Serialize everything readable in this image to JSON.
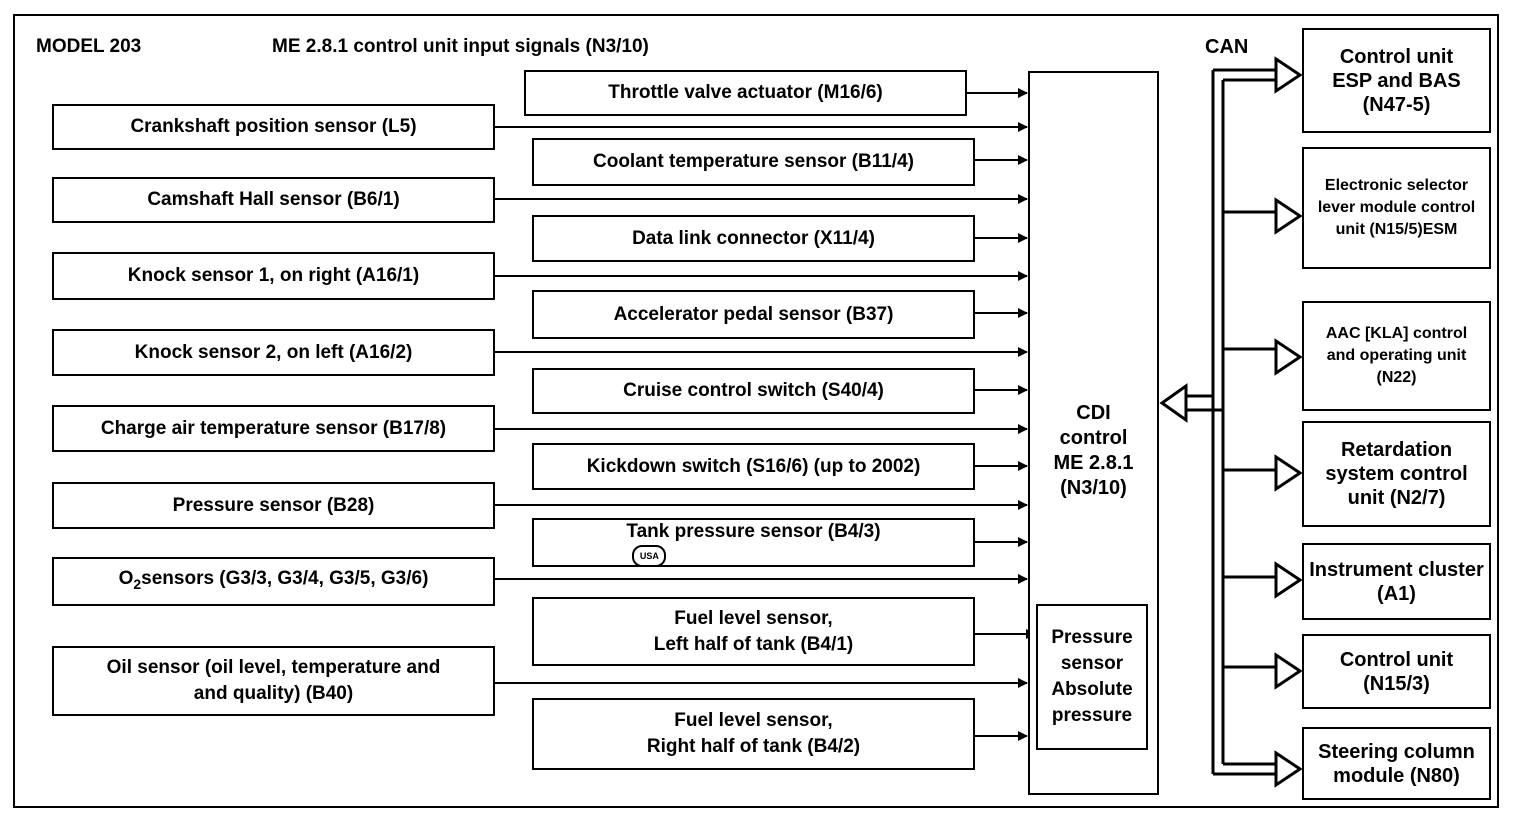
{
  "header": {
    "model": "MODEL 203",
    "title": "ME 2.8.1 control unit input signals (N3/10)",
    "can_label": "CAN"
  },
  "left_inputs": [
    {
      "label": "Crankshaft position sensor (L5)"
    },
    {
      "label": "Camshaft Hall sensor (B6/1)"
    },
    {
      "label": "Knock sensor 1, on right (A16/1)"
    },
    {
      "label": "Knock sensor 2, on left (A16/2)"
    },
    {
      "label": "Charge air temperature sensor (B17/8)"
    },
    {
      "label": "Pressure sensor (B28)"
    },
    {
      "label_sub_before": "O",
      "label_sub": "2",
      "label_sub_after": "sensors (G3/3, G3/4, G3/5, G3/6)"
    },
    {
      "line1": "Oil sensor (oil level, temperature and",
      "line2": "and quality) (B40)"
    }
  ],
  "middle_inputs": [
    {
      "label": "Throttle valve actuator (M16/6)"
    },
    {
      "label": "Coolant temperature sensor (B11/4)"
    },
    {
      "label": "Data link connector (X11/4)"
    },
    {
      "label": "Accelerator pedal sensor (B37)"
    },
    {
      "label": "Cruise control switch (S40/4)"
    },
    {
      "label": "Kickdown switch (S16/6) (up to 2002)"
    },
    {
      "label": "Tank pressure sensor (B4/3)",
      "badge": "USA"
    },
    {
      "line1": "Fuel level sensor,",
      "line2": "Left half of tank (B4/1)"
    },
    {
      "line1": "Fuel level sensor,",
      "line2": "Right half of tank (B4/2)"
    }
  ],
  "control_unit": {
    "lines": [
      "CDI",
      "control",
      "ME 2.8.1",
      "(N3/10)"
    ],
    "pressure_sensor": [
      "Pressure",
      "sensor",
      "Absolute",
      "pressure"
    ]
  },
  "can_outputs": [
    {
      "lines": [
        "Control unit",
        "ESP and BAS",
        "(N47-5)"
      ]
    },
    {
      "lines": [
        "Electronic selector",
        "lever module control",
        "unit (N15/5)ESM"
      ]
    },
    {
      "lines": [
        "AAC [KLA] control",
        "and operating unit",
        "(N22)"
      ]
    },
    {
      "lines": [
        "Retardation",
        "system control",
        "unit (N2/7)"
      ]
    },
    {
      "lines": [
        "Instrument cluster",
        "(A1)"
      ]
    },
    {
      "lines": [
        "Control unit",
        "(N15/3)"
      ]
    },
    {
      "lines": [
        "Steering column",
        "module (N80)"
      ]
    }
  ]
}
